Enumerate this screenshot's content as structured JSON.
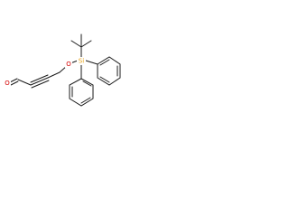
{
  "molecule": {
    "atoms": {
      "oxygen_aldehyde": {
        "label": "O",
        "color": "#d40000"
      },
      "oxygen_ether": {
        "label": "O",
        "color": "#d40000"
      },
      "silicon": {
        "label": "Si",
        "color": "#e8a317"
      }
    }
  }
}
